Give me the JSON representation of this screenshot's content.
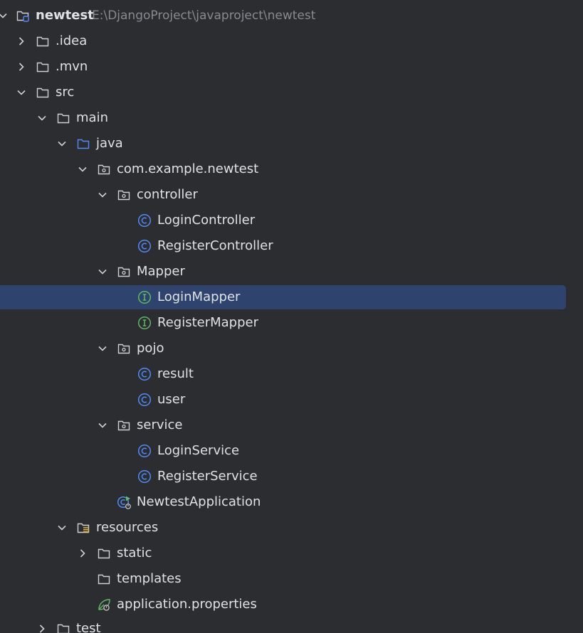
{
  "project_tree": {
    "root": {
      "label": "newtest",
      "path": "E:\\DjangoProject\\javaproject\\newtest"
    },
    "idea": {
      "label": ".idea"
    },
    "mvn": {
      "label": ".mvn"
    },
    "src": {
      "label": "src"
    },
    "main": {
      "label": "main"
    },
    "java": {
      "label": "java"
    },
    "package": {
      "label": "com.example.newtest"
    },
    "controller": {
      "label": "controller"
    },
    "login_controller": {
      "label": "LoginController"
    },
    "register_controller": {
      "label": "RegisterController"
    },
    "mapper": {
      "label": "Mapper"
    },
    "login_mapper": {
      "label": "LoginMapper"
    },
    "register_mapper": {
      "label": "RegisterMapper"
    },
    "pojo": {
      "label": "pojo"
    },
    "result": {
      "label": "result"
    },
    "user": {
      "label": "user"
    },
    "service": {
      "label": "service"
    },
    "login_service": {
      "label": "LoginService"
    },
    "register_service": {
      "label": "RegisterService"
    },
    "newtest_application": {
      "label": "NewtestApplication"
    },
    "resources": {
      "label": "resources"
    },
    "static": {
      "label": "static"
    },
    "templates": {
      "label": "templates"
    },
    "application_properties": {
      "label": "application.properties"
    },
    "test": {
      "label": "test"
    }
  },
  "colors": {
    "background": "#2b2d30",
    "selection": "#2e436e",
    "text": "#dfe1e5",
    "path_text": "#868a91",
    "class_icon": "#548af7",
    "interface_icon": "#5fb865",
    "source_folder": "#548af7"
  }
}
